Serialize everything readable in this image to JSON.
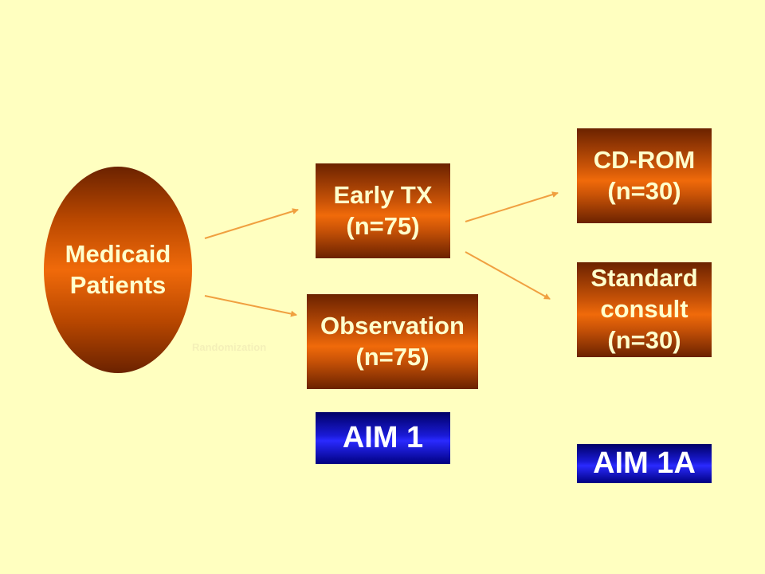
{
  "nodes": {
    "population": {
      "line1": "Medicaid",
      "line2": "Patients"
    },
    "early_tx": {
      "line1": "Early TX",
      "line2": "(n=75)"
    },
    "observation": {
      "line1": "Observation",
      "line2": "(n=75)"
    },
    "cd_rom": {
      "line1": "CD-ROM",
      "line2": "(n=30)"
    },
    "standard_consult": {
      "line1": "Standard",
      "line2": "consult",
      "line3": "(n=30)"
    }
  },
  "aims": {
    "aim1": "AIM 1",
    "aim1a": "AIM 1A"
  },
  "labels": {
    "randomization": "Randomization"
  },
  "colors": {
    "background": "#ffffc0",
    "node_fill": "#f06a0a",
    "node_text": "#ffffcc",
    "aim_fill": "#1a1ad6",
    "arrow": "#f0a040"
  }
}
